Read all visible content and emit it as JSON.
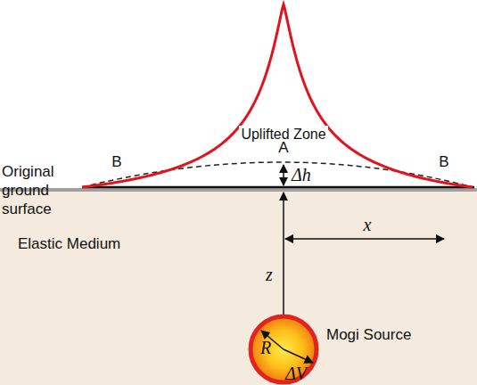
{
  "diagram": {
    "labels": [
      "Uplifted Zone",
      "A",
      "B",
      "B",
      "Δh",
      "Original ground surface",
      "x",
      "Elastic Medium",
      "z",
      "Mogi Source",
      "R",
      "ΔV"
    ]
  }
}
